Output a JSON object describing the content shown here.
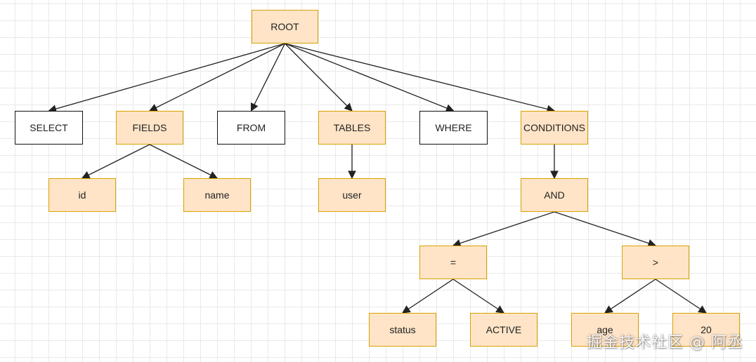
{
  "nodes": {
    "root": "ROOT",
    "select": "SELECT",
    "fields": "FIELDS",
    "from": "FROM",
    "tables": "TABLES",
    "where": "WHERE",
    "conditions": "CONDITIONS",
    "id": "id",
    "name": "name",
    "user": "user",
    "and": "AND",
    "eq": "=",
    "gt": ">",
    "status": "status",
    "active": "ACTIVE",
    "age": "age",
    "twenty": "20"
  },
  "edges": [
    [
      "root",
      "select"
    ],
    [
      "root",
      "fields"
    ],
    [
      "root",
      "from"
    ],
    [
      "root",
      "tables"
    ],
    [
      "root",
      "where"
    ],
    [
      "root",
      "conditions"
    ],
    [
      "fields",
      "id"
    ],
    [
      "fields",
      "name"
    ],
    [
      "tables",
      "user"
    ],
    [
      "conditions",
      "and"
    ],
    [
      "and",
      "eq"
    ],
    [
      "and",
      "gt"
    ],
    [
      "eq",
      "status"
    ],
    [
      "eq",
      "active"
    ],
    [
      "gt",
      "age"
    ],
    [
      "gt",
      "twenty"
    ]
  ],
  "colors": {
    "node_fill": "#ffe4c7",
    "node_border": "#d6a200",
    "plain_fill": "#ffffff",
    "edge": "#222222"
  },
  "watermark": "掘金技术社区 @ 阿丞"
}
